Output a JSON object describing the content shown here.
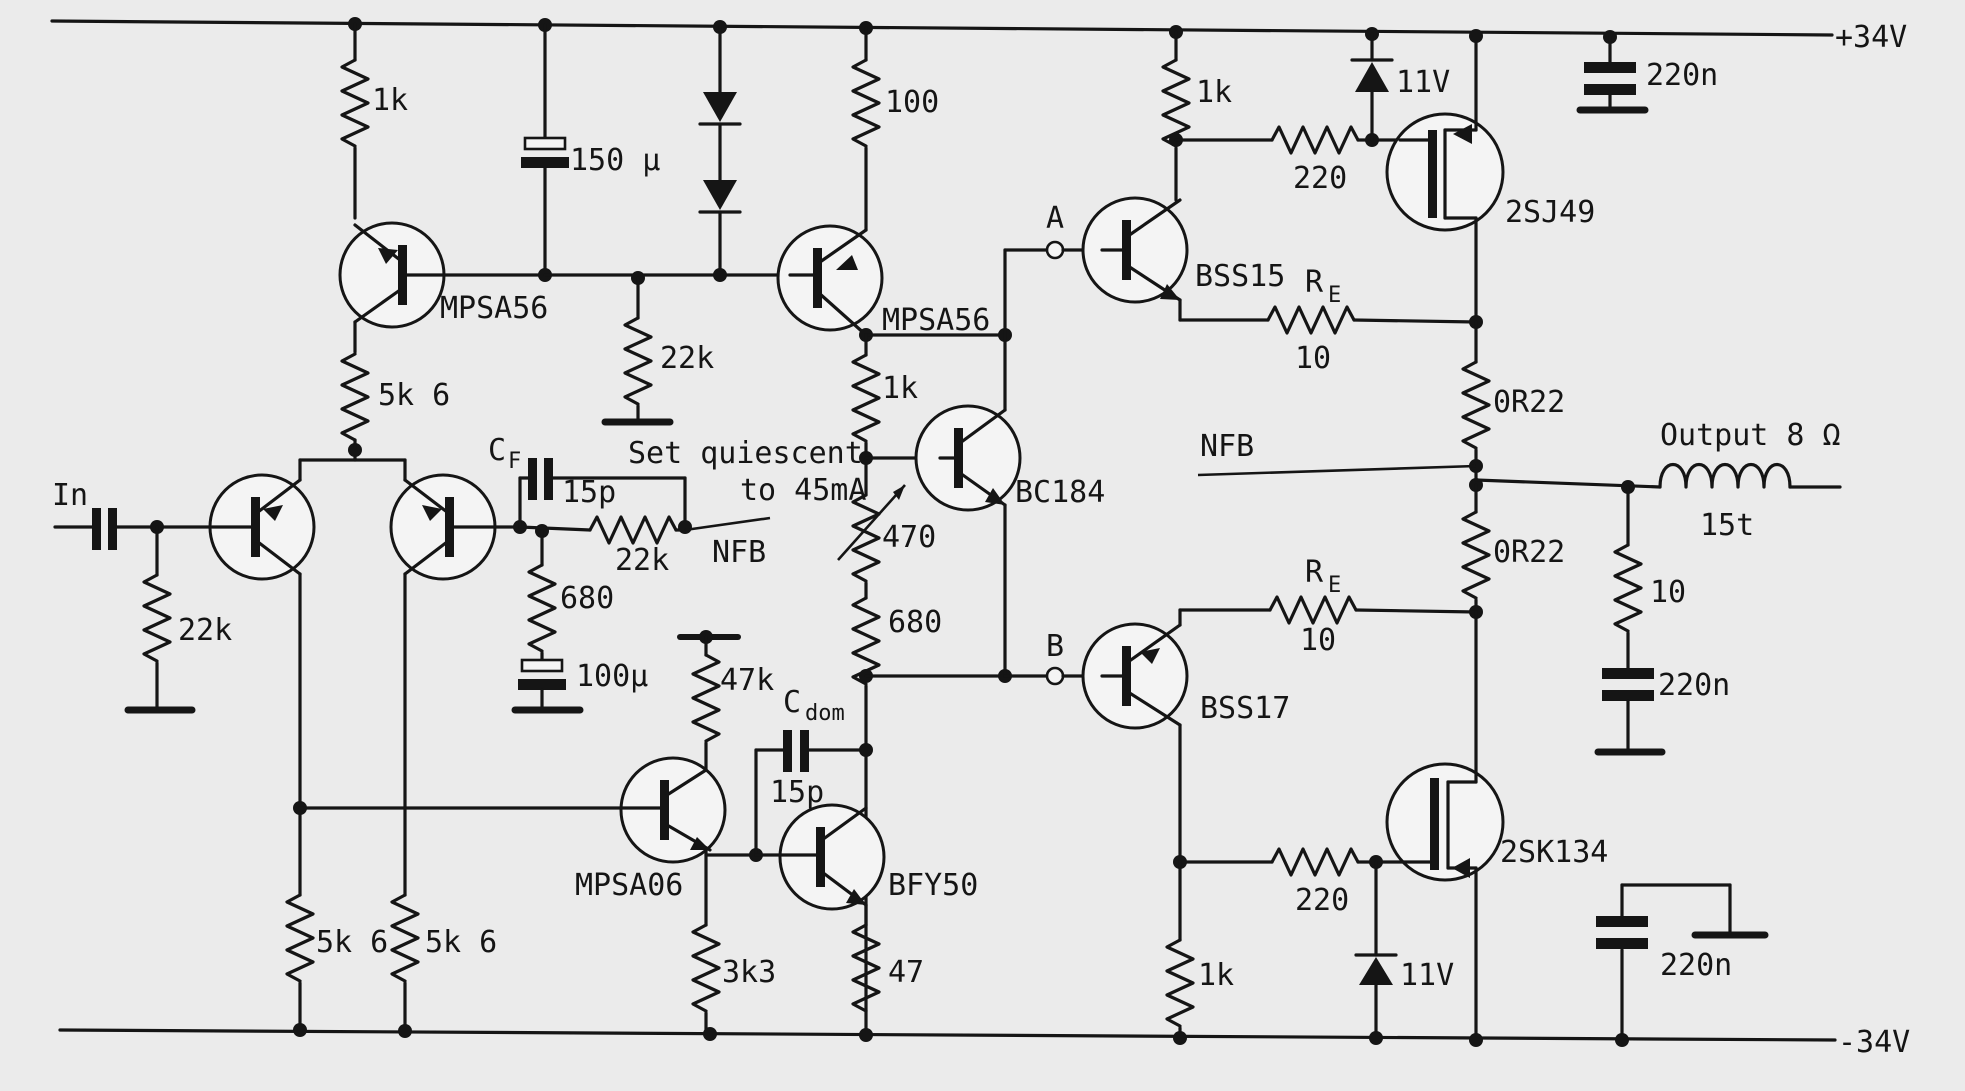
{
  "colors": {
    "ink": "#151515",
    "paper": "#ebebeb"
  },
  "rails": {
    "positive": "+34V",
    "negative": "-34V"
  },
  "input_label": "In",
  "output": {
    "label": "Output 8 Ω",
    "inductor": "15t"
  },
  "feedback": {
    "label": "NFB"
  },
  "test_points": {
    "a": "A",
    "b": "B"
  },
  "capacitor_symbols": {
    "cf": "C",
    "cf_sub": "F",
    "cdom": "C",
    "cdom_sub": "dom"
  },
  "emitter_resistor_symbol": {
    "main": "R",
    "sub": "E"
  },
  "transistors": {
    "q_input_left": "",
    "q_input_right": "",
    "q_mpsa56_left": "MPSA56",
    "q_mpsa56_right": "MPSA56",
    "q_bc184": "BC184",
    "q_mpsa06": "MPSA06",
    "q_bfy50": "BFY50",
    "q_bss15": "BSS15",
    "q_bss17": "BSS17",
    "q_2sj49": "2SJ49",
    "q_2sk134": "2SK134"
  },
  "resistors": {
    "r_1k_top": "1k",
    "r_5k6_tail": "5k 6",
    "r_22k_bias": "22k",
    "r_22k_input": "22k",
    "r_22k_nfb": "22k",
    "r_680_fb": "680",
    "r_100": "100",
    "r_1k_vbe": "1k",
    "r_470": "470",
    "r_680_vbe": "680",
    "r_47k": "47k",
    "r_3k3": "3k3",
    "r_47": "47",
    "r_5k6_left": "5k 6",
    "r_5k6_right": "5k 6",
    "r_1k_bss15": "1k",
    "r_220_top": "220",
    "r_re_top": "10",
    "r_0r22_top": "0R22",
    "r_0r22_bottom": "0R22",
    "r_re_bottom": "10",
    "r_220_bottom": "220",
    "r_1k_bss17": "1k",
    "r_zobel": "10"
  },
  "capacitors": {
    "c_150u": "150 µ",
    "c_100u": "100µ",
    "c_cf": "15p",
    "c_cdom": "15p",
    "c_220n_top": "220n",
    "c_220n_zobel": "220n",
    "c_220n_bottom": "220n"
  },
  "zeners": {
    "z_top": "11V",
    "z_bottom": "11V"
  },
  "annotation": {
    "line1": "Set quiescent",
    "line2": "to 45mA"
  }
}
